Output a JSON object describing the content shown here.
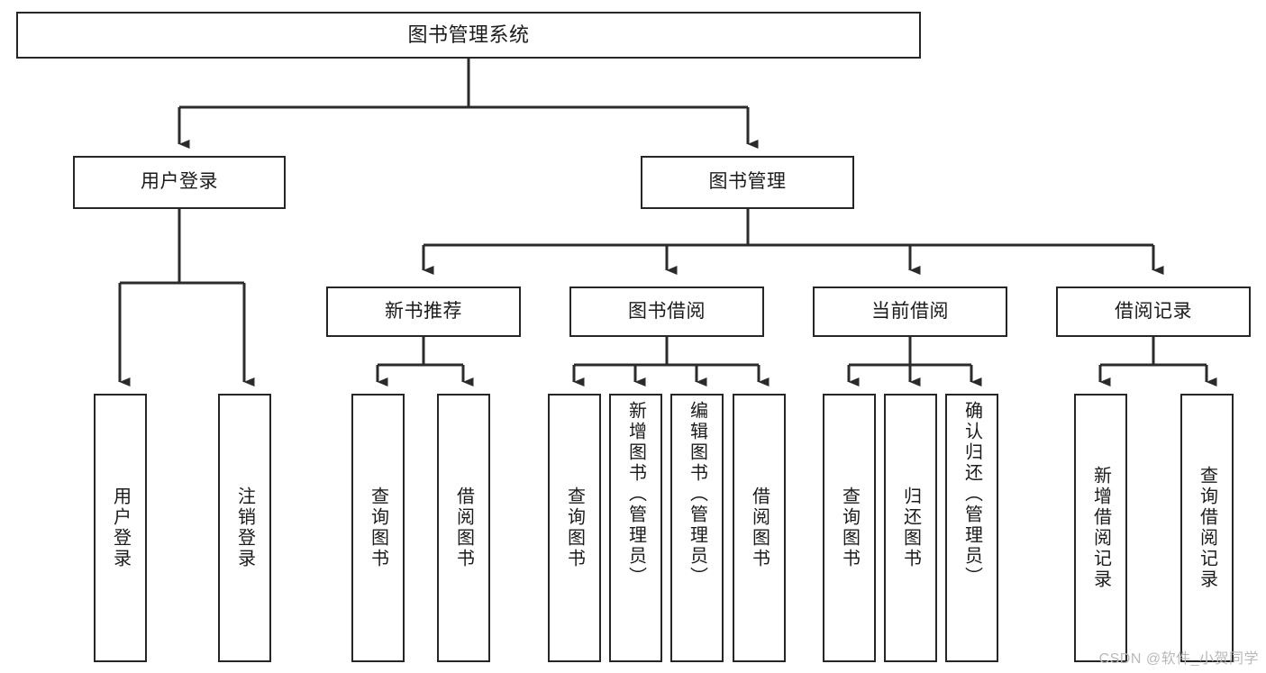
{
  "diagram": {
    "title": "图书管理系统",
    "type": "tree-hierarchy",
    "colors": {
      "box_border": "#262626",
      "box_fill": "#ffffff",
      "edge": "#2b2b2b",
      "text": "#1b1b1b",
      "watermark": "#b9b9b9",
      "background": "#ffffff"
    }
  },
  "root": {
    "label": "图书管理系统"
  },
  "level1": [
    {
      "label": "用户登录"
    },
    {
      "label": "图书管理"
    }
  ],
  "level2": [
    {
      "label": "新书推荐"
    },
    {
      "label": "图书借阅"
    },
    {
      "label": "当前借阅"
    },
    {
      "label": "借阅记录"
    }
  ],
  "leaves": {
    "user_login": [
      {
        "label": "用户登录"
      },
      {
        "label": "注销登录"
      }
    ],
    "new_book_recommend": [
      {
        "label": "查询图书"
      },
      {
        "label": "借阅图书"
      }
    ],
    "book_borrow": [
      {
        "label": "查询图书"
      },
      {
        "label": "新增图书（管理员）"
      },
      {
        "label": "编辑图书（管理员）"
      },
      {
        "label": "借阅图书"
      }
    ],
    "current_borrow": [
      {
        "label": "查询图书"
      },
      {
        "label": "归还图书"
      },
      {
        "label": "确认归还（管理员）"
      }
    ],
    "borrow_record": [
      {
        "label": "新增借阅记录"
      },
      {
        "label": "查询借阅记录"
      }
    ]
  },
  "watermark": {
    "text": "CSDN @软件_小贺同学"
  }
}
